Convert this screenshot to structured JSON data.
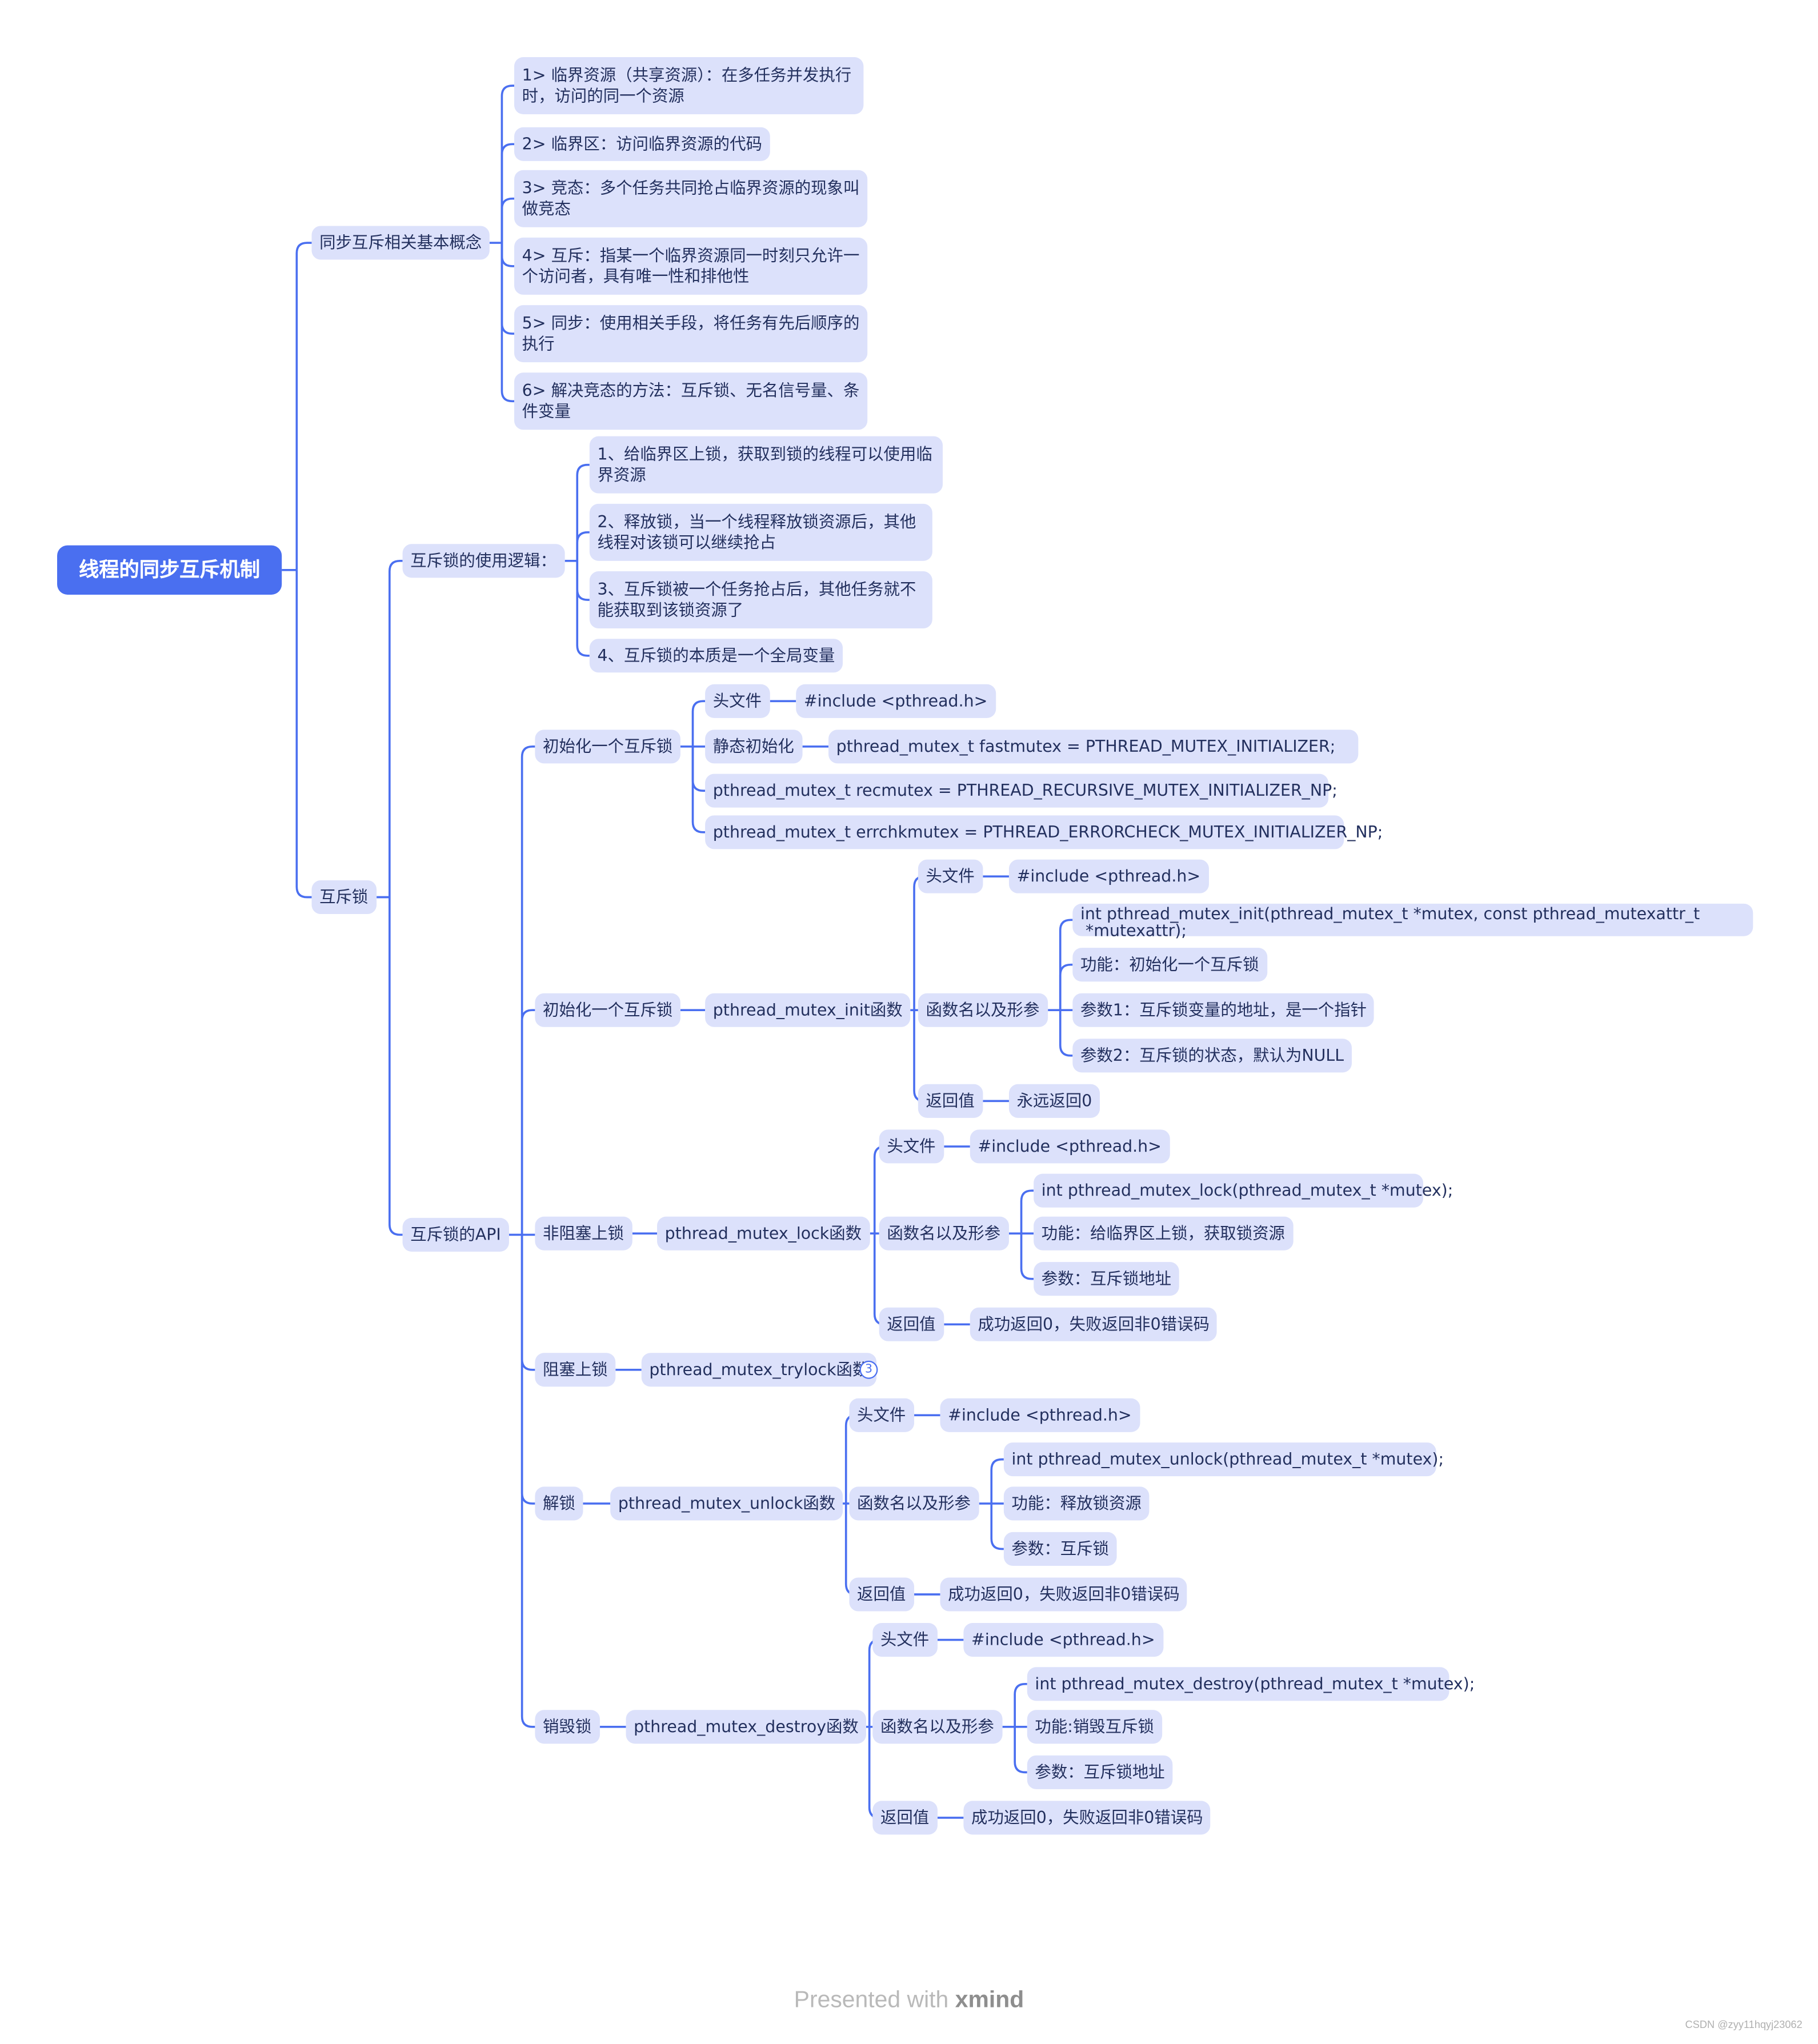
{
  "colors": {
    "line": "#4a6ff0",
    "node_bg": "#dce1fb",
    "root_bg": "#4a6ff0",
    "text": "#23305e"
  },
  "root": "线程的同步互斥机制",
  "concepts": {
    "label": "同步互斥相关基本概念",
    "items": [
      "1>    临界资源（共享资源）：在多任务并发执行时，访问的同一个资源",
      "2>    临界区：访问临界资源的代码",
      "3>    竞态：多个任务共同抢占临界资源的现象叫做竞态",
      "4>    互斥：指某一个临界资源同一时刻只允许一个访问者，具有唯一性和排他性",
      "5>    同步：使用相关手段，将任务有先后顺序的执行",
      "6>    解决竞态的方法：互斥锁、无名信号量、条件变量"
    ]
  },
  "mutex": {
    "label": "互斥锁",
    "logic": {
      "label": "互斥锁的使用逻辑：",
      "items": [
        "1、给临界区上锁，获取到锁的线程可以使用临界资源",
        "2、释放锁，当一个线程释放锁资源后，其他线程对该锁可以继续抢占",
        "3、互斥锁被一个任务抢占后，其他任务就不能获取到该锁资源了",
        "4、互斥锁的本质是一个全局变量"
      ]
    },
    "api": {
      "label": "互斥锁的API",
      "static_init": {
        "label": "初始化一个互斥锁",
        "header_label": "头文件",
        "header_value": "#include <pthread.h>",
        "static_label": "静态初始化",
        "fast": "pthread_mutex_t fastmutex = PTHREAD_MUTEX_INITIALIZER;",
        "recursive": "pthread_mutex_t recmutex = PTHREAD_RECURSIVE_MUTEX_INITIALIZER_NP;",
        "errcheck": "pthread_mutex_t errchkmutex = PTHREAD_ERRORCHECK_MUTEX_INITIALIZER_NP;"
      },
      "init": {
        "label": "初始化一个互斥锁",
        "func": "pthread_mutex_init函数",
        "header_label": "头文件",
        "header_value": "#include <pthread.h>",
        "sig_label": "函数名以及形参",
        "prototype_1": "int pthread_mutex_init(pthread_mutex_t *mutex,  const  pthread_mutexattr_t",
        "prototype_2": "*mutexattr);",
        "func_desc": "功能：初始化一个互斥锁",
        "param1": "参数1：互斥锁变量的地址，是一个指针",
        "param2": "参数2：互斥锁的状态，默认为NULL",
        "ret_label": "返回值",
        "ret_value": "永远返回0"
      },
      "lock": {
        "label": "非阻塞上锁",
        "func": "pthread_mutex_lock函数",
        "header_label": "头文件",
        "header_value": "#include <pthread.h>",
        "sig_label": "函数名以及形参",
        "prototype": "int pthread_mutex_lock(pthread_mutex_t *mutex);",
        "func_desc": "功能：给临界区上锁，获取锁资源",
        "param": "参数：互斥锁地址",
        "ret_label": "返回值",
        "ret_value": "成功返回0，失败返回非0错误码"
      },
      "trylock": {
        "label": "阻塞上锁",
        "func": "pthread_mutex_trylock函数",
        "collapsed_count": "3"
      },
      "unlock": {
        "label": "解锁",
        "func": "pthread_mutex_unlock函数",
        "header_label": "头文件",
        "header_value": "#include <pthread.h>",
        "sig_label": "函数名以及形参",
        "prototype": "int pthread_mutex_unlock(pthread_mutex_t *mutex);",
        "func_desc": "功能：释放锁资源",
        "param": "参数：互斥锁",
        "ret_label": "返回值",
        "ret_value": "成功返回0，失败返回非0错误码"
      },
      "destroy": {
        "label": "销毁锁",
        "func": "pthread_mutex_destroy函数",
        "header_label": "头文件",
        "header_value": "#include <pthread.h>",
        "sig_label": "函数名以及形参",
        "prototype": "int pthread_mutex_destroy(pthread_mutex_t *mutex);",
        "func_desc": "功能:销毁互斥锁",
        "param": "参数：互斥锁地址",
        "ret_label": "返回值",
        "ret_value": "成功返回0，失败返回非0错误码"
      }
    }
  },
  "footer": {
    "presented": "Presented with",
    "brand": "xmind"
  },
  "watermark": "CSDN @zyy11hqyj23062"
}
